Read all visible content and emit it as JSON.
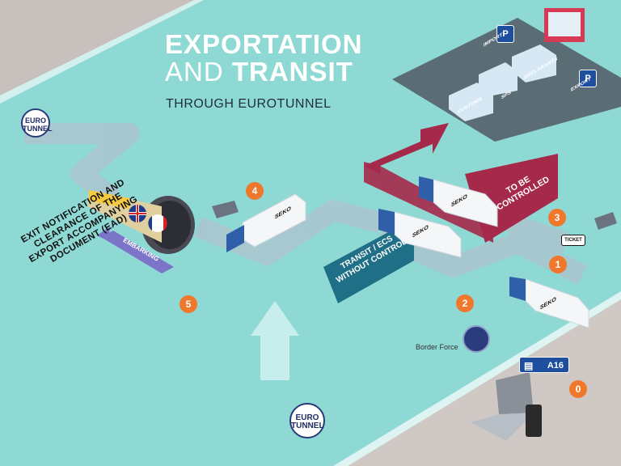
{
  "title": {
    "line1": "EXPORTATION",
    "line2_light": "AND ",
    "line2_bold": "TRANSIT",
    "subtitle": "THROUGH EUROTUNNEL"
  },
  "brand": {
    "logo_line1": "EURO",
    "logo_line2": "TUNNEL",
    "truck_brand": "SEKO"
  },
  "steps": [
    "0",
    "1",
    "2",
    "3",
    "4",
    "5"
  ],
  "labels": {
    "to_be_controlled": "TO BE CONTROLLED",
    "transit_ecs": "TRANSIT / ECS WITHOUT CONTROL",
    "embarking": "EMBARKING",
    "exit_notification": "EXIT NOTIFICATION AND CLEARANCE OF THE EXPORT ACCOMPANYING DOCUMENT (EAD)",
    "ticket": "TICKET",
    "border_force": "Border Force",
    "road_sign": "A16"
  },
  "facilities": [
    "CUSTOMS",
    "SPS",
    "DECLARANTS",
    "IMPORT",
    "EXPORT"
  ],
  "parking": "P",
  "colors": {
    "background": "#8fd9d4",
    "road": "#a8c8cf",
    "accent_orange": "#f0782d",
    "controlled_red": "#a5294a",
    "transit_teal": "#1f6f86",
    "embark_purple": "#7b74c9"
  }
}
